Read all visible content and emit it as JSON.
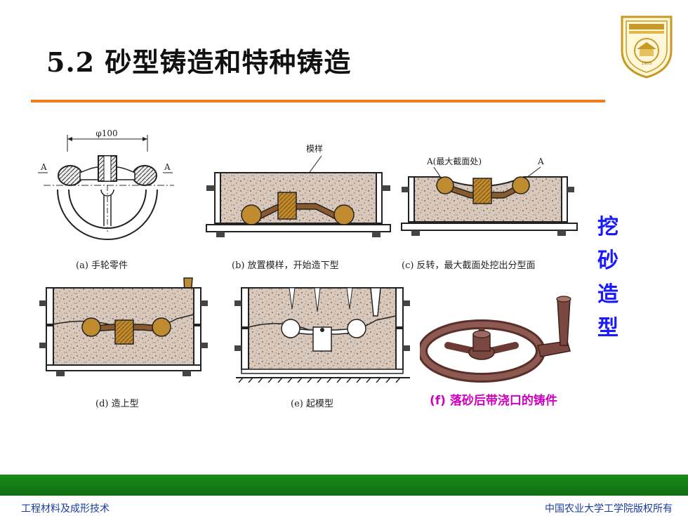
{
  "title": "5.2  砂型铸造和特种铸造",
  "side_label": [
    "挖",
    "砂",
    "造",
    "型"
  ],
  "figures": {
    "a": {
      "caption": "(a) 手轮零件",
      "dim_label": "φ100",
      "section_left": "A",
      "section_right": "A"
    },
    "b": {
      "caption": "(b) 放置模样，开始造下型",
      "pattern_label": "模样"
    },
    "c": {
      "caption": "(c) 反转，最大截面处挖出分型面",
      "label_a_left": "A(最大截面处)",
      "label_a_right": "A"
    },
    "d": {
      "caption": "(d) 造上型"
    },
    "e": {
      "caption": "(e) 起模型"
    },
    "f": {
      "caption": "(f) 落砂后带浇口的铸件"
    }
  },
  "footer": {
    "left": "工程材料及成形技术",
    "right": "中国农业大学工学院版权所有"
  },
  "colors": {
    "title_rule": "#f07c1c",
    "footer_bar": "#138013",
    "side_label": "#1a1aff",
    "caption_f": "#d000c0",
    "footer_text": "#1b3aa0",
    "sand": "#d9c8bc",
    "wood": "#c08a2e",
    "casting": "#7a4840"
  },
  "logo": {
    "icon": "university-seal-icon",
    "year": "1905"
  }
}
